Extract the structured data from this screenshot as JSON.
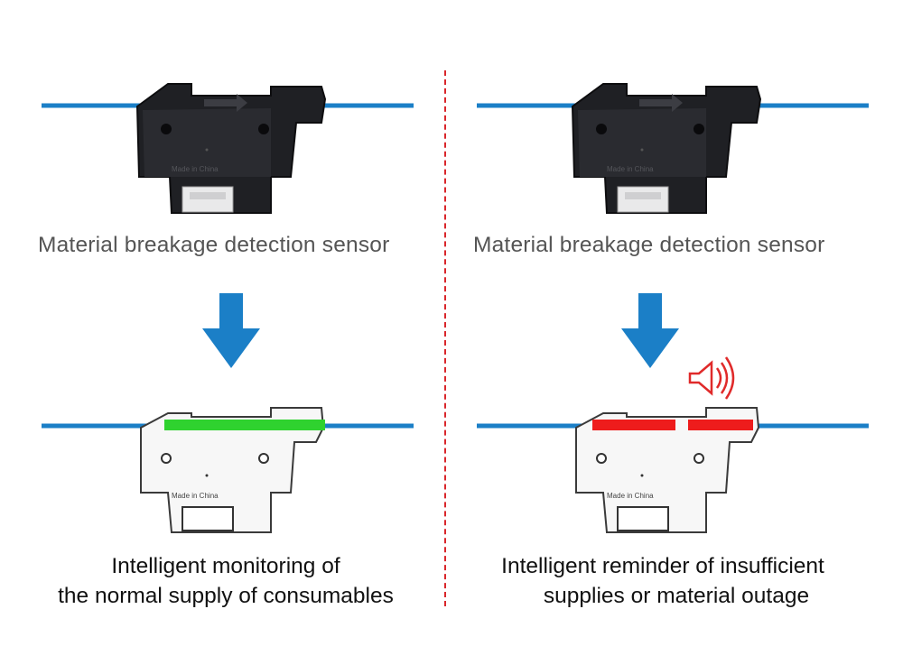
{
  "left_panel": {
    "top_caption": "Material breakage detection sensor",
    "bottom_caption_line1": "Intelligent monitoring of",
    "bottom_caption_line2": "the normal supply of consumables",
    "status_bar_color": "#2fd22f"
  },
  "right_panel": {
    "top_caption": "Material breakage detection sensor",
    "bottom_caption_line1": "Intelligent reminder of insufficient",
    "bottom_caption_line2": "supplies or material outage",
    "status_bar_color": "#ee1c1c",
    "alarm_icon": "speaker-alarm-icon"
  },
  "sensor_label": "Made in China",
  "colors": {
    "filament": "#1b7fc7",
    "arrow": "#1b7fc7",
    "divider": "#d9262b",
    "alarm": "#e02a2a"
  }
}
